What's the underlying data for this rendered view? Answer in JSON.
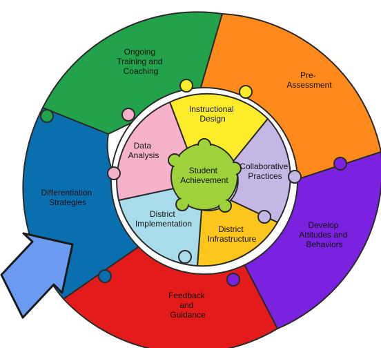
{
  "outer_ring": [
    {
      "id": "ongoing-training",
      "lines": [
        "Ongoing",
        "Training and",
        "Coaching"
      ],
      "color": "#22a24a"
    },
    {
      "id": "pre-assessment",
      "lines": [
        "Pre-",
        "Assessment"
      ],
      "color": "#ff8a1c"
    },
    {
      "id": "develop-attitudes",
      "lines": [
        "Develop",
        "Attitudes and",
        "Behaviors"
      ],
      "color": "#7a22e0"
    },
    {
      "id": "feedback-guidance",
      "lines": [
        "Feedback",
        "and",
        "Guidance"
      ],
      "color": "#e31b1b"
    },
    {
      "id": "differentiation-strategies",
      "lines": [
        "Differentiation",
        "Strategies"
      ],
      "color": "#0a6fae"
    }
  ],
  "inner_ring": [
    {
      "id": "instructional-design",
      "lines": [
        "Instructional",
        "Design"
      ],
      "color": "#fcec2a"
    },
    {
      "id": "collaborative-practices",
      "lines": [
        "Collaborative",
        "Practices"
      ],
      "color": "#c4b7e6"
    },
    {
      "id": "district-infrastructure",
      "lines": [
        "District",
        "Infrastructure"
      ],
      "color": "#fcc61c"
    },
    {
      "id": "district-implementation",
      "lines": [
        "District",
        "Implementation"
      ],
      "color": "#a8dcea"
    },
    {
      "id": "data-analysis",
      "lines": [
        "Data",
        "Analysis"
      ],
      "color": "#f6b1cb"
    }
  ],
  "center": {
    "lines": [
      "Student",
      "Achievement"
    ],
    "color": "#9ed23a"
  },
  "arrow": {
    "icon": "pointer-arrow-icon",
    "color": "#6b9cf2"
  }
}
